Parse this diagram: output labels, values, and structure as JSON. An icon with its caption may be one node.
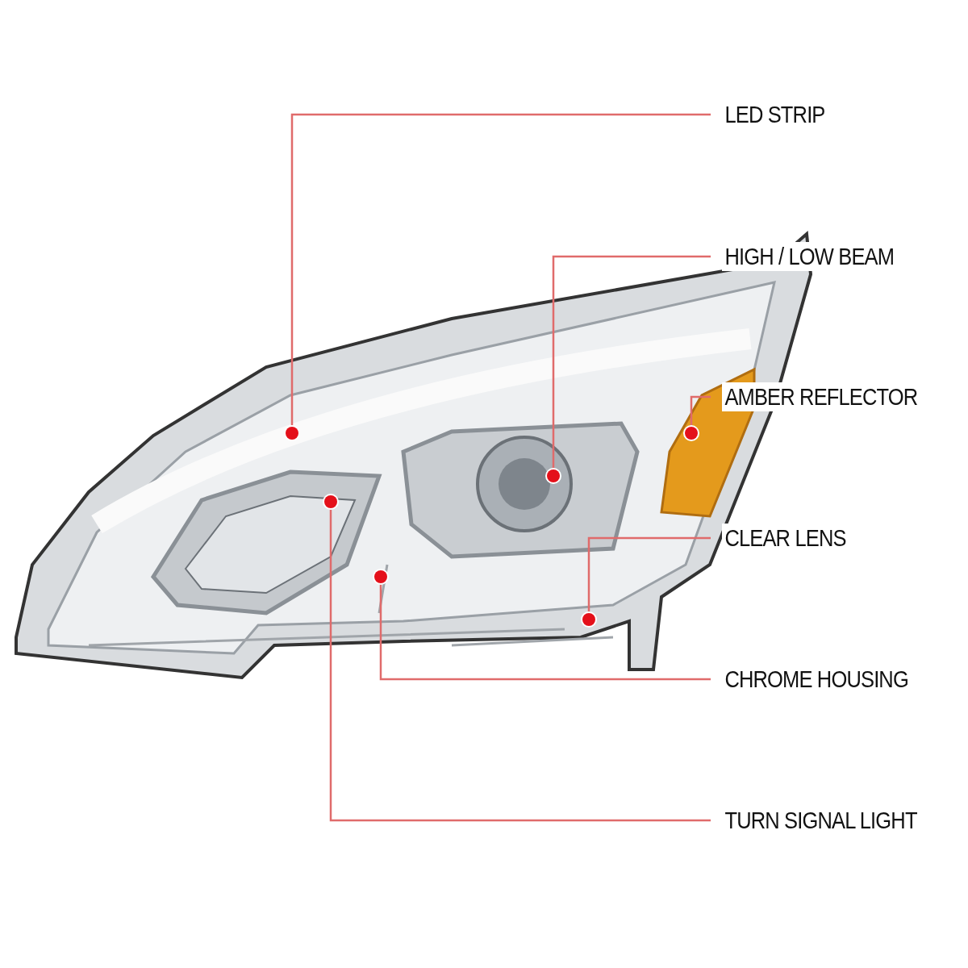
{
  "diagram": {
    "nodes": [
      {
        "text": [
          "LED STRIP"
        ]
      },
      {
        "text": [
          "HIGH / LOW BEAM"
        ]
      },
      {
        "text": [
          "AMBER REFLECTOR"
        ]
      },
      {
        "text": [
          "CLEAR LENS"
        ]
      },
      {
        "text": [
          "CHROME HOUSING"
        ]
      },
      {
        "text": [
          "TURN SIGNAL LIGHT"
        ]
      },
      {
        "text": [],
        "shape": "circle"
      },
      {
        "text": [],
        "shape": "circle"
      },
      {
        "text": [],
        "shape": "circle"
      },
      {
        "text": [],
        "shape": "circle"
      },
      {
        "text": [],
        "shape": "circle"
      },
      {
        "text": [],
        "shape": "circle"
      }
    ],
    "edges": [
      {
        "from": 0,
        "to": 6,
        "arrow": "none"
      },
      {
        "from": 1,
        "to": 9,
        "arrow": "none"
      },
      {
        "from": 2,
        "to": 11,
        "arrow": "none"
      },
      {
        "from": 3,
        "to": 10,
        "arrow": "none"
      },
      {
        "from": 4,
        "to": 8,
        "arrow": "none"
      },
      {
        "from": 5,
        "to": 7,
        "arrow": "none"
      }
    ]
  }
}
